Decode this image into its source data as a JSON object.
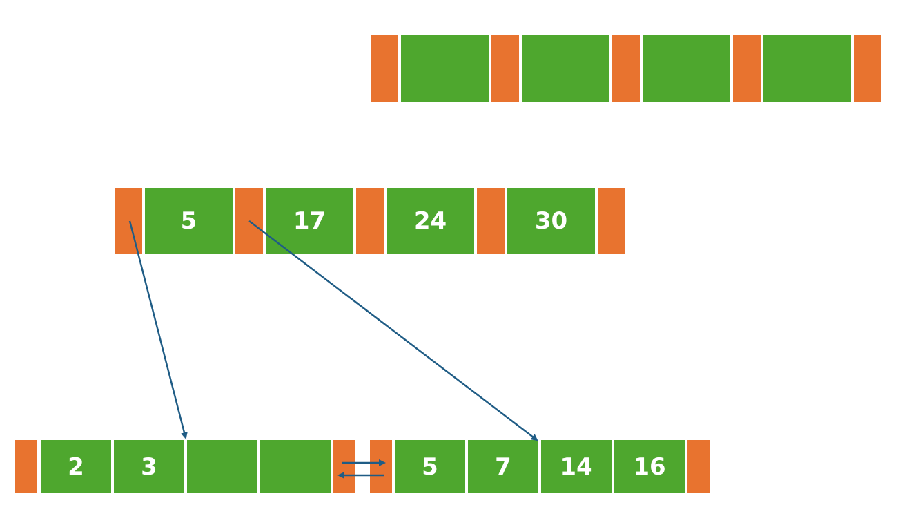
{
  "colors": {
    "pointer": "#E8732F",
    "key": "#4EA72E",
    "arrow": "#1F5C85",
    "text": "#FFFFFF"
  },
  "root_node": {
    "keys": [
      "",
      "",
      "",
      ""
    ]
  },
  "internal_node": {
    "keys": [
      "5",
      "17",
      "24",
      "30"
    ]
  },
  "leaf_left": {
    "keys": [
      "2",
      "3",
      "",
      ""
    ]
  },
  "leaf_right": {
    "keys": [
      "5",
      "7",
      "14",
      "16"
    ]
  }
}
